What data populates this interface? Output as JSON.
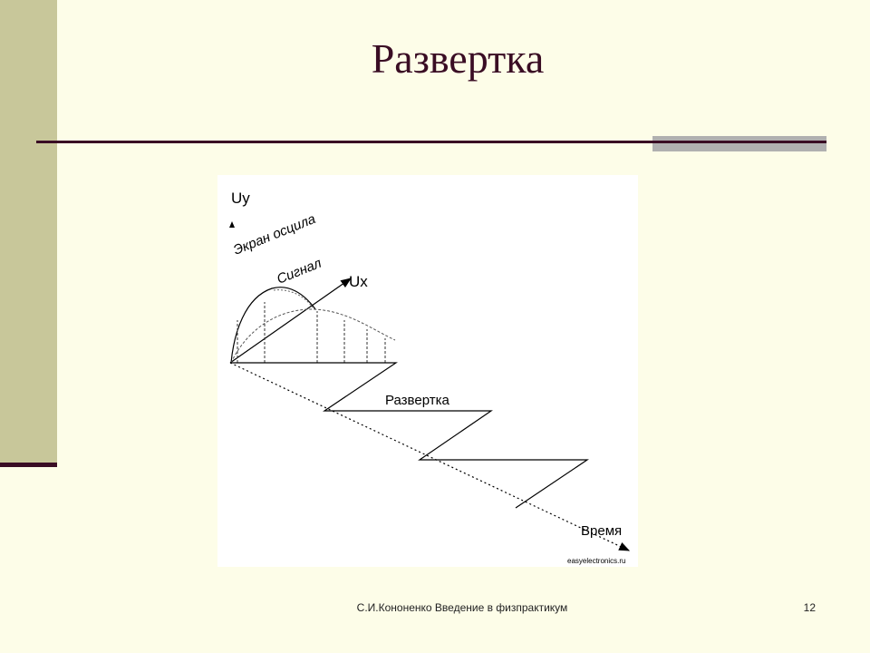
{
  "slide": {
    "title": "Развертка",
    "footer": "С.И.Кононенко Введение в физпрактикум",
    "page_number": "12"
  },
  "diagram": {
    "label_uy": "Uy",
    "label_screen": "Экран осцила",
    "label_signal": "Сигнал",
    "label_ux": "Ux",
    "label_sweep": "Развертка",
    "label_time": "Время",
    "watermark": "easyelectronics.ru"
  },
  "colors": {
    "background": "#fdfde8",
    "sidebar": "#c8c79a",
    "accent": "#3a0d24"
  }
}
